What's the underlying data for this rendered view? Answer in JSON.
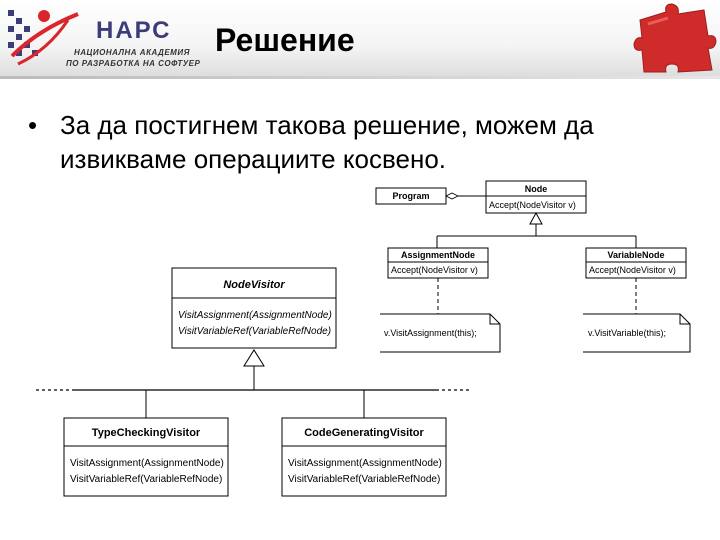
{
  "slide": {
    "title": "Решение",
    "bullet": "За да постигнем такова решение, можем да извикваме операциите косвено."
  },
  "logo": {
    "name": "НАРС",
    "line1": "НАЦИОНАЛНА АКАДЕМИЯ",
    "line2": "ПО РАЗРАБОТКА НА СОФТУЕР"
  },
  "diagram": {
    "program": "Program",
    "node": {
      "name": "Node",
      "op": "Accept(NodeVisitor v)"
    },
    "assignment_node": {
      "name": "AssignmentNode",
      "op": "Accept(NodeVisitor v)",
      "note": "v.VisitAssignment(this);"
    },
    "variable_node": {
      "name": "VariableNode",
      "op": "Accept(NodeVisitor v)",
      "note": "v.VisitVariable(this);"
    },
    "node_visitor": {
      "name": "NodeVisitor",
      "op1": "VisitAssignment(AssignmentNode)",
      "op2": "VisitVariableRef(VariableRefNode)"
    },
    "type_checking_visitor": {
      "name": "TypeCheckingVisitor",
      "op1": "VisitAssignment(AssignmentNode)",
      "op2": "VisitVariableRef(VariableRefNode)"
    },
    "code_generating_visitor": {
      "name": "CodeGeneratingVisitor",
      "op1": "VisitAssignment(AssignmentNode)",
      "op2": "VisitVariableRef(VariableRefNode)"
    }
  },
  "colors": {
    "logo_blue": "#3c3c7a",
    "logo_red": "#d9252b",
    "puzzle_red": "#cf2b2b"
  }
}
